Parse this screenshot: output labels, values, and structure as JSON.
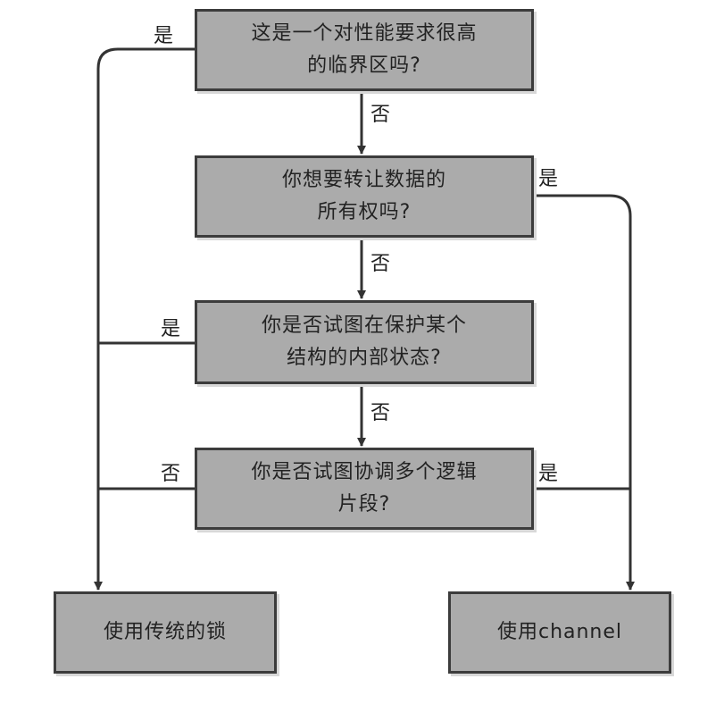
{
  "colors": {
    "node_fill": "#ababab",
    "node_border": "#3c3c3c",
    "line": "#333333"
  },
  "nodes": {
    "q1": "这是一个对性能要求很高\n的临界区吗?",
    "q2": "你想要转让数据的\n所有权吗?",
    "q3": "你是否试图在保护某个\n结构的内部状态?",
    "q4": "你是否试图协调多个逻辑\n片段?",
    "lock": "使用传统的锁",
    "channel": "使用channel"
  },
  "edge_labels": {
    "q1_yes": "是",
    "q1_no": "否",
    "q2_yes": "是",
    "q2_no": "否",
    "q3_yes": "是",
    "q3_no": "否",
    "q4_no": "否",
    "q4_yes": "是"
  }
}
